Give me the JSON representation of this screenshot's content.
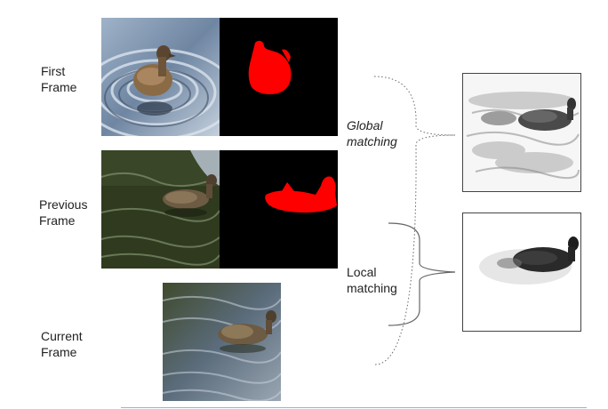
{
  "labels": {
    "first_frame": [
      "First",
      "Frame"
    ],
    "previous_frame": [
      "Previous",
      "Frame"
    ],
    "current_frame": [
      "Current",
      "Frame"
    ],
    "global_matching": [
      "Global",
      "matching"
    ],
    "local_matching": [
      "Local",
      "matching"
    ]
  },
  "colors": {
    "mask": "#ff0000",
    "mask_background": "#000000",
    "bracket": "#666666"
  }
}
